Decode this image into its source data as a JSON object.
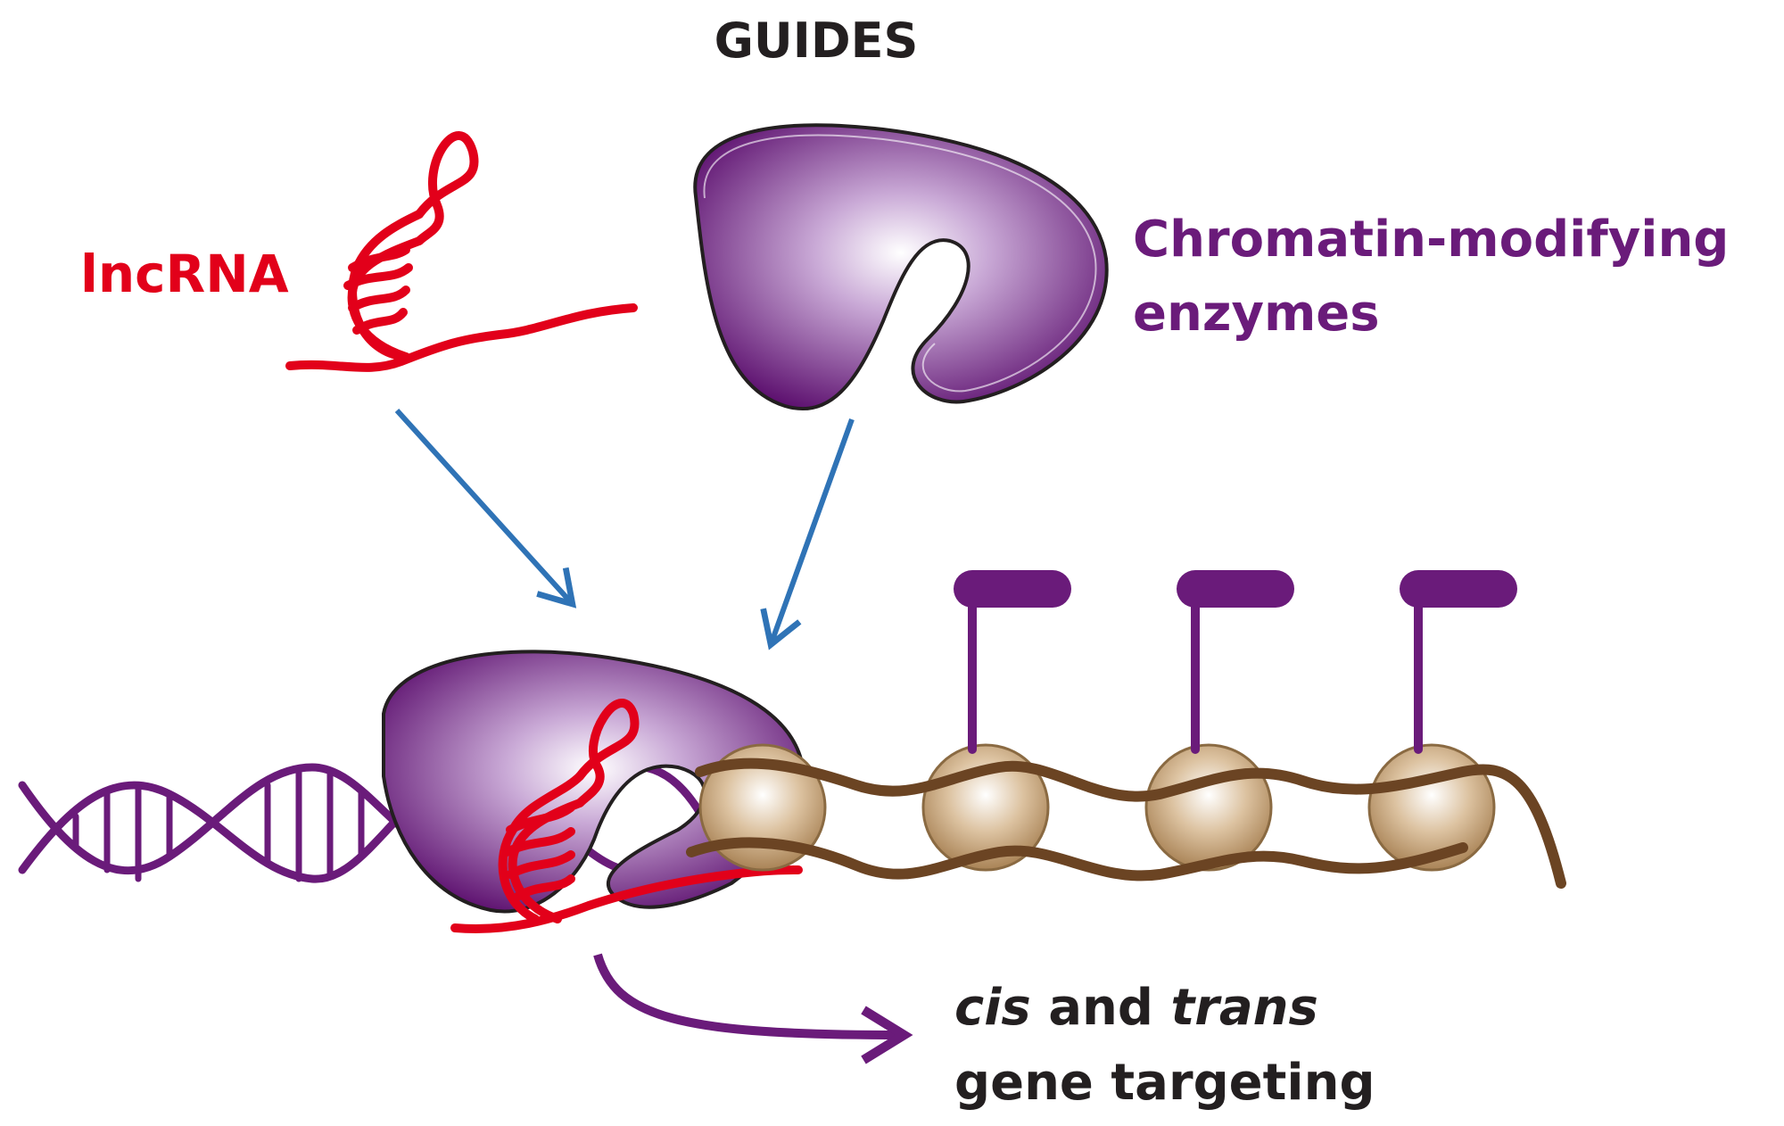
{
  "title": "GUIDES",
  "labels": {
    "lncrna": "lncRNA",
    "enzyme_line1": "Chromatin-modifying",
    "enzyme_line2": "enzymes",
    "cis": "cis",
    "and": " and ",
    "trans": "trans",
    "targeting": "gene targeting"
  },
  "colors": {
    "title": "#231f20",
    "rna": "#e2001a",
    "enzyme": "#6a1b7a",
    "enzyme_light": "#ffffff",
    "arrow_blue": "#2f73b6",
    "dna": "#6a1b7a",
    "nucleosome": "#c7a47a",
    "nucleosome_dark": "#6b4423",
    "mark": "#6a1b7a",
    "text_dark": "#231f20"
  },
  "nucleosome_count": 4,
  "histone_marks": 3
}
